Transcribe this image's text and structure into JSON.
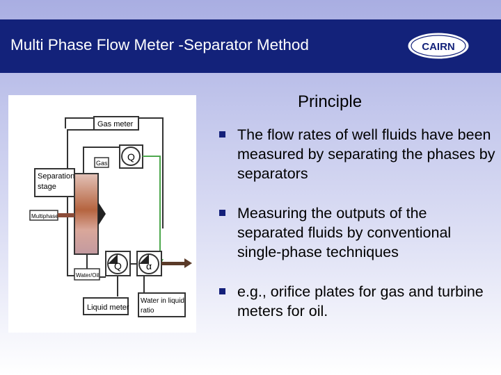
{
  "header": {
    "title": "Multi Phase Flow Meter -Separator Method",
    "logo_text": "CAIRN"
  },
  "subtitle": "Principle",
  "diagram": {
    "labels": {
      "gas_meter": "Gas meter",
      "gas": "Gas",
      "q_upper": "Q",
      "separation_stage_line1": "Separation",
      "separation_stage_line2": "stage",
      "multiphase": "Multiphase",
      "water_oil": "Water/Oil",
      "q_lower": "Q",
      "alpha": "α",
      "liquid_meter": "Liquid meter",
      "water_ratio_line1": "Water in liquid",
      "water_ratio_line2": "ratio"
    },
    "colors": {
      "outline": "#333333",
      "tank": "#dcb2a8",
      "tank_mid": "#b96a50",
      "multiphase_pipe": "#8b4c38",
      "gas_line": "#4ea84e",
      "liquid_line": "#5a3a28"
    }
  },
  "bullets": [
    "The flow rates of well fluids have been measured by separating the phases by separators",
    "Measuring the outputs of the separated fluids by conventional single-phase techniques",
    "e.g., orifice plates for gas and turbine meters for oil."
  ],
  "colors": {
    "header_bg": "#13227a",
    "bullet_marker": "#14207a"
  }
}
